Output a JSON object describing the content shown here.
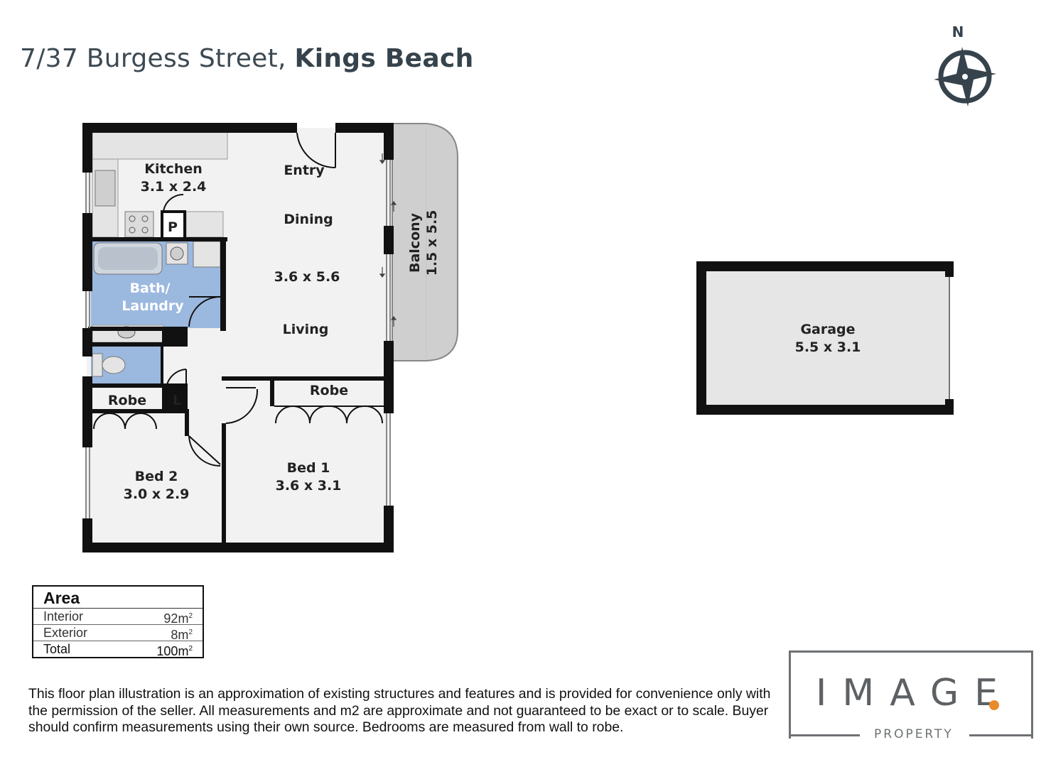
{
  "header": {
    "address_prefix": "7/37 Burgess Street, ",
    "suburb": "Kings Beach"
  },
  "compass": {
    "label": "N"
  },
  "rooms": {
    "kitchen": {
      "name": "Kitchen",
      "dims": "3.1 x 2.4"
    },
    "entry": {
      "name": "Entry"
    },
    "dining": {
      "name": "Dining"
    },
    "living_dims": "3.6 x 5.6",
    "living": {
      "name": "Living"
    },
    "pantry": "P",
    "bath": {
      "line1": "Bath/",
      "line2": "Laundry"
    },
    "linen": "L",
    "robe_bed2": "Robe",
    "robe_bed1": "Robe",
    "bed2": {
      "name": "Bed 2",
      "dims": "3.0 x 2.9"
    },
    "bed1": {
      "name": "Bed 1",
      "dims": "3.6 x 3.1"
    },
    "balcony": {
      "name": "Balcony",
      "dims": "1.5 x 5.5"
    },
    "garage": {
      "name": "Garage",
      "dims": "5.5 x 3.1"
    }
  },
  "area": {
    "heading": "Area",
    "rows": [
      {
        "label": "Interior",
        "value": "92m",
        "sup": "2"
      },
      {
        "label": "Exterior",
        "value": "8m",
        "sup": "2"
      },
      {
        "label": "Total",
        "value": "100m",
        "sup": "2"
      }
    ]
  },
  "disclaimer": "This floor plan illustration is an approximation of existing structures and features and is provided for convenience only with the permission of the seller. All measurements and m2 are approximate and not guaranteed to be exact or to scale. Buyer should confirm measurements using their own source. Bedrooms are measured from wall to robe.",
  "logo": {
    "brand": "IMAGE",
    "sub": "PROPERTY",
    "accent": "#e98a2b"
  },
  "colors": {
    "wall": "#111111",
    "floor": "#f2f2f2",
    "wet": "#9bb8df",
    "balcony": "#cfcfcf",
    "garage": "#e6e6e6",
    "title": "#3d4a53"
  }
}
